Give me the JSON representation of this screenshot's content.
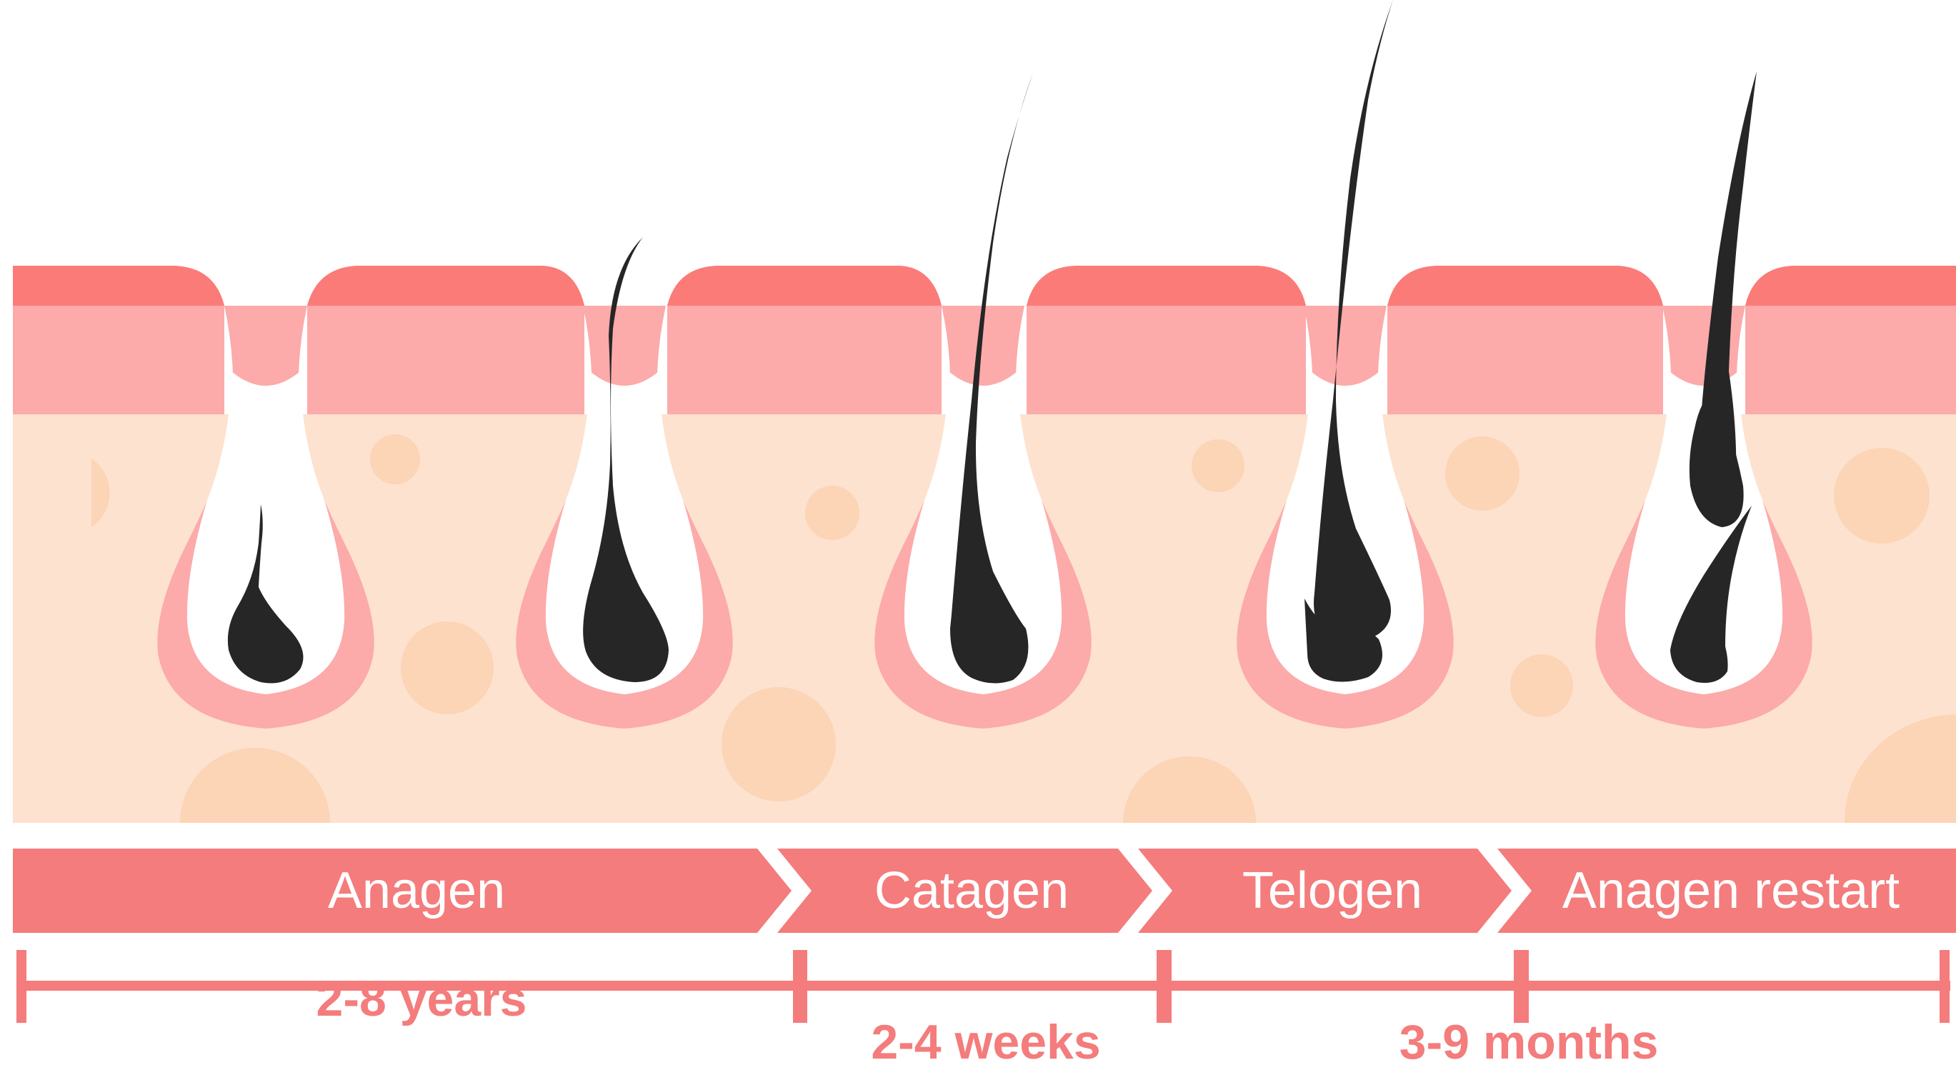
{
  "colors": {
    "epidermis_top": "#fb7b78",
    "epidermis": "#fcaaaa",
    "dermis": "#fde2cf",
    "fat_cell": "#fcd4b6",
    "hair": "#262626",
    "timeline": "#f47c7c"
  },
  "phases": [
    {
      "label": "Anagen"
    },
    {
      "label": "Catagen"
    },
    {
      "label": "Telogen"
    },
    {
      "label": "Anagen restart"
    }
  ],
  "durations": [
    {
      "label": "2-8 years"
    },
    {
      "label": "2-4 weeks"
    },
    {
      "label": "3-9 months"
    }
  ]
}
